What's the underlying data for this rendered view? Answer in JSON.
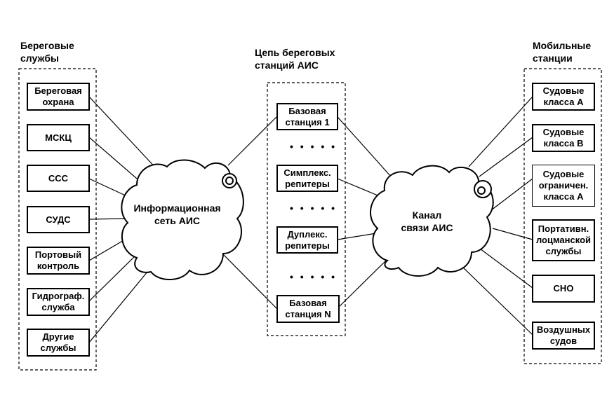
{
  "left_group": {
    "title": "Береговые\nслужбы",
    "items": [
      "Береговая\nохрана",
      "МСКЦ",
      "ССС",
      "СУДС",
      "Портовый\nконтроль",
      "Гидрограф.\nслужба",
      "Другие\nслужбы"
    ]
  },
  "center_group": {
    "title": "Цепь береговых\nстанций  АИС",
    "items": [
      "Базовая\nстанция 1",
      "Симплекс.\nрепитеры",
      "Дуплекс.\nрепитеры",
      "Базовая\nстанция N"
    ],
    "dots": "• • • • •"
  },
  "right_group": {
    "title": "Мобильные\nстанции",
    "items": [
      "Судовые\nкласса А",
      "Судовые\nкласса В",
      "Судовые\nограничен.\nкласса А",
      "Портативн.\nлоцманской\nслужбы",
      "СНО",
      "Воздушных\nсудов"
    ]
  },
  "clouds": {
    "left": "Информационная\nсеть АИС",
    "right": "Канал\nсвязи  АИС"
  }
}
